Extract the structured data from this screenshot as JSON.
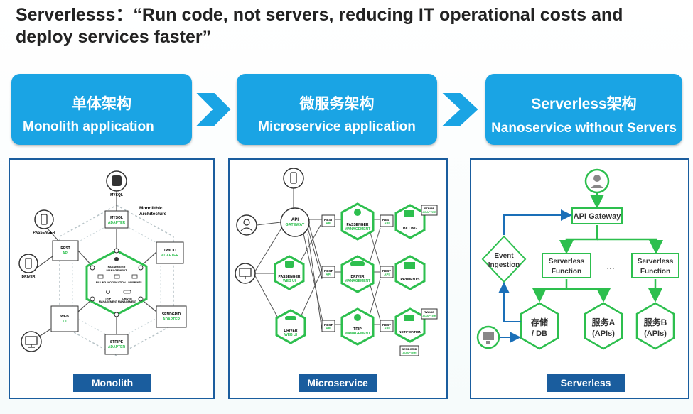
{
  "title": "Serverlesss：“Run code, not servers, reducing IT operational costs and deploy services faster”",
  "phases": [
    {
      "cn": "单体架构",
      "en": "Monolith application"
    },
    {
      "cn": "微服务架构",
      "en": "Microservice application"
    },
    {
      "cn": "Serverless架构",
      "en": "Nanoservice without  Servers"
    }
  ],
  "monolith": {
    "label": "Monolith",
    "arch_title": "Monolithic",
    "arch_title2": "Architecture",
    "mysql": "MYSQL",
    "passenger": "PASSENGER",
    "driver": "DRIVER",
    "mysql_adapter_1": "MYSQL",
    "mysql_adapter_2": "ADAPTER",
    "rest_1": "REST",
    "rest_2": "API",
    "web_1": "WEB",
    "web_2": "UI",
    "twilio_1": "TWILIO",
    "twilio_2": "ADAPTER",
    "sendgrid_1": "SENDGRID",
    "sendgrid_2": "ADAPTER",
    "stripe_1": "STRIPE",
    "stripe_2": "ADAPTER",
    "inner": {
      "passenger_mgmt_1": "PASSENGER",
      "passenger_mgmt_2": "MANAGEMENT",
      "billing": "BILLING",
      "notification": "NOTIFICATION",
      "payments": "PAYMENTS",
      "trip_1": "TRIP",
      "trip_2": "MANAGEMENT",
      "driver_mgmt_1": "DRIVER",
      "driver_mgmt_2": "MANAGEMENT"
    }
  },
  "microservice": {
    "label": "Microservice",
    "api_1": "API",
    "api_2": "GATEWAY",
    "rest": "REST",
    "api": "API",
    "passenger_mgmt_1": "PASSENGER",
    "passenger_mgmt_2": "MANAGEMENT",
    "passenger_web_1": "PASSENGER",
    "passenger_web_2": "WEB UI",
    "driver_mgmt_1": "DRIVER",
    "driver_mgmt_2": "MANAGEMENT",
    "driver_web_1": "DRIVER",
    "driver_web_2": "WEB UI",
    "trip_mgmt_1": "TRIP",
    "trip_mgmt_2": "MANAGEMENT",
    "billing": "BILLING",
    "payments": "PAYMENTS",
    "notification": "NOTIFICATION",
    "stripe_1": "STRIPE",
    "stripe_2": "ADAPTER",
    "twilio_1": "TWILIO",
    "twilio_2": "ADAPTER",
    "sendgrid_1": "SENDGRID",
    "sendgrid_2": "ADAPTER"
  },
  "serverless": {
    "label": "Serverless",
    "api_gateway": "API Gateway",
    "event_1": "Event",
    "event_2": "Ingestion",
    "func1_1": "Serverless",
    "func1_2": "Function",
    "func2_1": "Serverless",
    "func2_2": "Function",
    "ellipsis": "…",
    "storage_1": "存储",
    "storage_2": "/ DB",
    "svc_a_1": "服务A",
    "svc_a_2": "(APIs)",
    "svc_b_1": "服务B",
    "svc_b_2": "(APIs)"
  },
  "colors": {
    "phase": "#1aa4e4",
    "panel": "#1a5d9e",
    "green": "#2dbf4e",
    "arrow": "#1aa4e4"
  }
}
